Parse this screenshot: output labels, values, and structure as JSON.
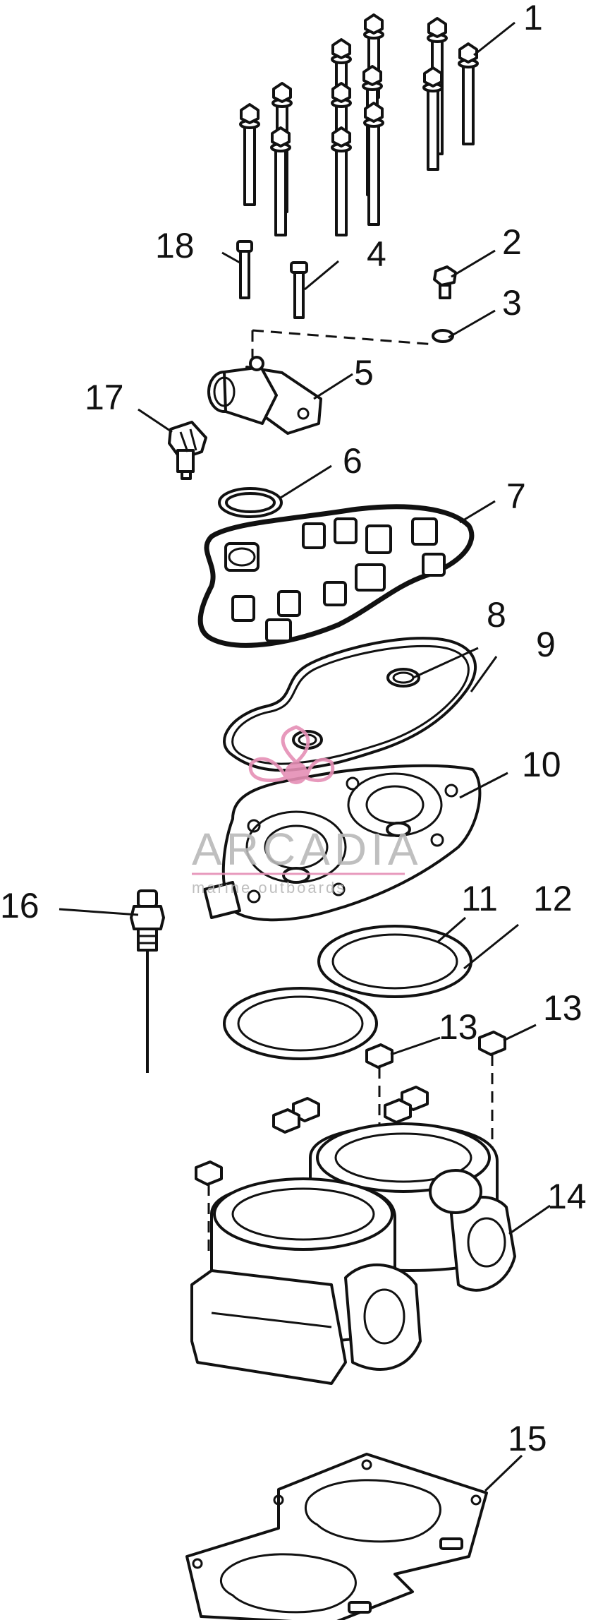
{
  "diagram": {
    "callouts": [
      {
        "id": "1",
        "label": "1"
      },
      {
        "id": "2",
        "label": "2"
      },
      {
        "id": "3",
        "label": "3"
      },
      {
        "id": "4",
        "label": "4"
      },
      {
        "id": "5",
        "label": "5"
      },
      {
        "id": "6",
        "label": "6"
      },
      {
        "id": "7",
        "label": "7"
      },
      {
        "id": "8",
        "label": "8"
      },
      {
        "id": "9",
        "label": "9"
      },
      {
        "id": "10",
        "label": "10"
      },
      {
        "id": "11",
        "label": "11"
      },
      {
        "id": "12",
        "label": "12"
      },
      {
        "id": "13a",
        "label": "13"
      },
      {
        "id": "13b",
        "label": "13"
      },
      {
        "id": "14",
        "label": "14"
      },
      {
        "id": "15",
        "label": "15"
      },
      {
        "id": "16",
        "label": "16"
      },
      {
        "id": "17",
        "label": "17"
      },
      {
        "id": "18",
        "label": "18"
      }
    ]
  },
  "watermark": {
    "brand": "ARCADIA",
    "tagline": "marine outboards",
    "color": "#e58fb5"
  }
}
